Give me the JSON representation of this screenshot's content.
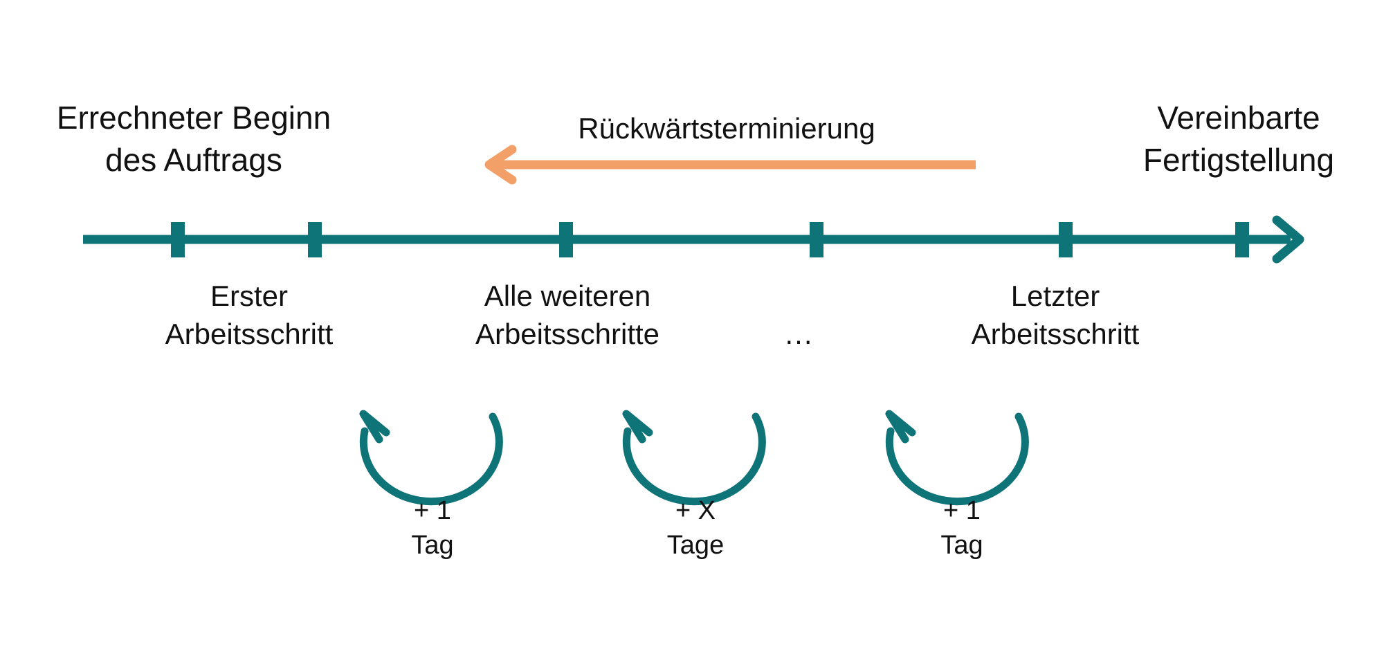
{
  "diagram": {
    "title": "Rückwärtsterminierung Zeitstrahl",
    "colors": {
      "timeline": "#0E7478",
      "flow_arrow": "#F2A068",
      "text": "#111111",
      "background": "#FFFFFF"
    },
    "endpoints": {
      "left": {
        "line1": "Errechneter Beginn",
        "line2": "des Auftrags"
      },
      "right": {
        "line1": "Vereinbarte",
        "line2": "Fertigstellung"
      }
    },
    "flow": {
      "label": "Rückwärtsterminierung",
      "direction": "right-to-left"
    },
    "steps": [
      {
        "line1": "Erster",
        "line2": "Arbeitsschritt"
      },
      {
        "line1": "Alle weiteren",
        "line2": "Arbeitsschritte"
      },
      {
        "line1": "Letzter",
        "line2": "Arbeitsschritt"
      }
    ],
    "ellipsis": "...",
    "durations": [
      {
        "amount": "+ 1",
        "unit": "Tag"
      },
      {
        "amount": "+ X",
        "unit": "Tage"
      },
      {
        "amount": "+ 1",
        "unit": "Tag"
      }
    ]
  }
}
